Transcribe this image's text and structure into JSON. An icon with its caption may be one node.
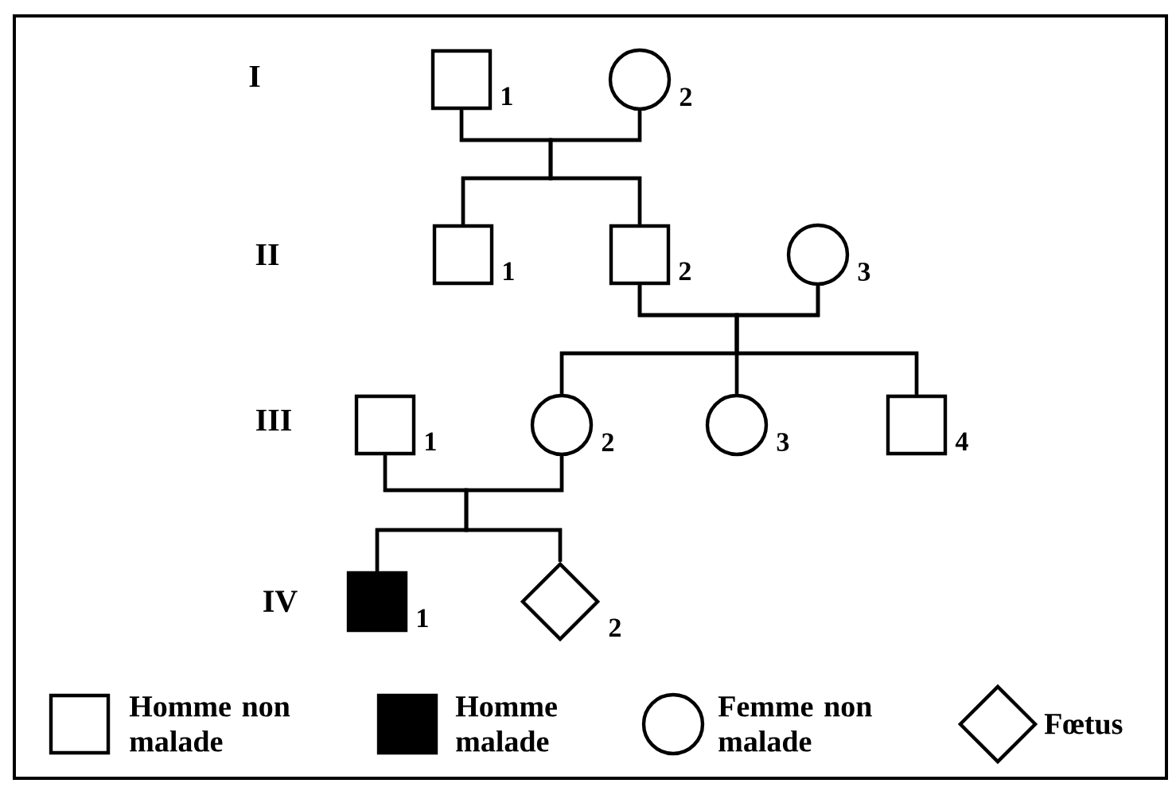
{
  "diagram": {
    "nodes": [
      {
        "text": [],
        "shape": "box",
        "beside": [
          "1"
        ]
      },
      {
        "text": [],
        "shape": "circle",
        "beside": [
          "2"
        ]
      },
      {
        "text": [],
        "shape": "box",
        "beside": [
          "1"
        ]
      },
      {
        "text": [],
        "shape": "box",
        "beside": [
          "2"
        ]
      },
      {
        "text": [],
        "shape": "circle",
        "beside": [
          "3"
        ]
      },
      {
        "text": [],
        "shape": "box",
        "beside": [
          "1"
        ]
      },
      {
        "text": [],
        "shape": "circle",
        "beside": [
          "2"
        ]
      },
      {
        "text": [],
        "shape": "circle",
        "beside": [
          "3"
        ]
      },
      {
        "text": [],
        "shape": "box",
        "beside": [
          "4"
        ]
      },
      {
        "text": [],
        "shape": "filled-box",
        "beside": [
          "1"
        ]
      },
      {
        "text": [],
        "shape": "diamond",
        "beside": [
          "2"
        ]
      }
    ],
    "edges": [
      {
        "from": 0,
        "to": 2,
        "arrow": "none"
      },
      {
        "from": 1,
        "to": 2,
        "arrow": "none"
      },
      {
        "from": 0,
        "to": 3,
        "arrow": "none"
      },
      {
        "from": 1,
        "to": 3,
        "arrow": "none"
      },
      {
        "from": 3,
        "to": 6,
        "arrow": "none"
      },
      {
        "from": 4,
        "to": 6,
        "arrow": "none"
      },
      {
        "from": 3,
        "to": 7,
        "arrow": "none"
      },
      {
        "from": 4,
        "to": 7,
        "arrow": "none"
      },
      {
        "from": 3,
        "to": 8,
        "arrow": "none"
      },
      {
        "from": 4,
        "to": 8,
        "arrow": "none"
      },
      {
        "from": 5,
        "to": 9,
        "arrow": "none"
      },
      {
        "from": 6,
        "to": 9,
        "arrow": "none"
      },
      {
        "from": 5,
        "to": 10,
        "arrow": "none"
      },
      {
        "from": 6,
        "to": 10,
        "arrow": "none"
      }
    ],
    "labels": [
      "I",
      "II",
      "III",
      "IV"
    ],
    "legend": [
      {
        "text": "Homme non malade"
      },
      {
        "text": "Homme malade"
      },
      {
        "text": "Femme non malade"
      },
      {
        "text": "Fœtus"
      }
    ]
  }
}
